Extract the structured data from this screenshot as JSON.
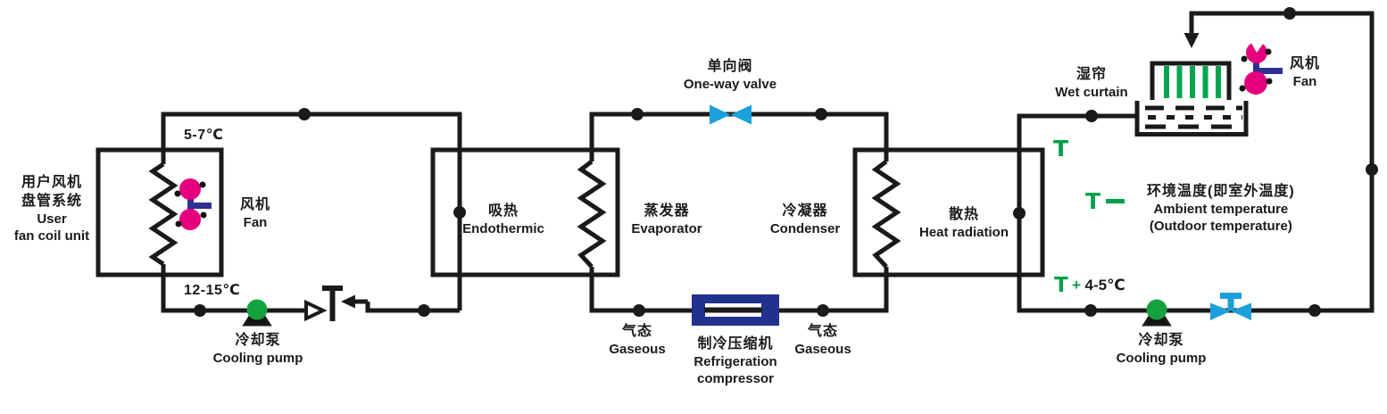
{
  "colors": {
    "pipe": "#1a1a1a",
    "text": "#1a1a1a",
    "valve_blue": "#1ba0dc",
    "compressor_navy": "#21318e",
    "pump_green": "#15a23e",
    "curtain_green": "#00a551",
    "t_green": "#00a04a",
    "fan_magenta": "#e5007d",
    "fan_blue": "#2e3192",
    "bg": "#ffffff"
  },
  "labels": {
    "user_unit": {
      "zh1": "用户风机",
      "zh2": "盘管系统",
      "en1": "User",
      "en2": "fan coil unit"
    },
    "fan_left": {
      "zh": "风机",
      "en": "Fan"
    },
    "temp_supply": "5-7℃",
    "temp_return": "12-15℃",
    "cooling_pump_left": {
      "zh": "冷却泵",
      "en": "Cooling pump"
    },
    "endothermic": {
      "zh": "吸热",
      "en": "Endothermic"
    },
    "evaporator": {
      "zh": "蒸发器",
      "en": "Evaporator"
    },
    "one_way_valve": {
      "zh": "单向阀",
      "en": "One-way valve"
    },
    "gaseous_left": {
      "zh": "气态",
      "en": "Gaseous"
    },
    "compressor": {
      "zh": "制冷压缩机",
      "en1": "Refrigeration",
      "en2": "compressor"
    },
    "gaseous_right": {
      "zh": "气态",
      "en": "Gaseous"
    },
    "condenser": {
      "zh": "冷凝器",
      "en": "Condenser"
    },
    "heat_radiation": {
      "zh": "散热",
      "en": "Heat radiation"
    },
    "wet_curtain": {
      "zh": "湿帘",
      "en": "Wet curtain"
    },
    "fan_right": {
      "zh": "风机",
      "en": "Fan"
    },
    "t_marker": "T",
    "legend": {
      "symbol": "T",
      "zh": "环境温度(即室外温度)",
      "en1": "Ambient temperature",
      "en2": "(Outdoor temperature)"
    },
    "t_plus": {
      "symbol": "T",
      "plus": "+",
      "value": "4-5℃"
    },
    "cooling_pump_right": {
      "zh": "冷却泵",
      "en": "Cooling pump"
    }
  }
}
